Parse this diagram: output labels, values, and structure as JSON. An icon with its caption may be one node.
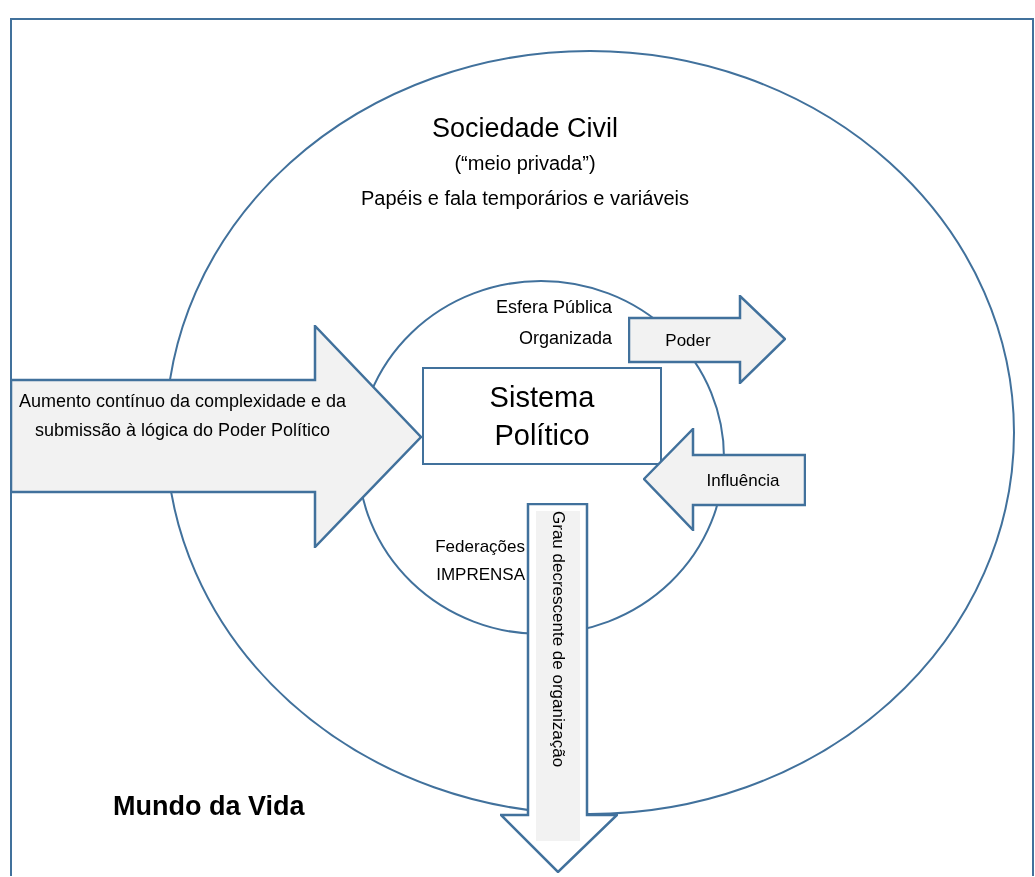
{
  "diagram": {
    "nodes": [
      {
        "text": [
          "Mundo da Vida"
        ]
      },
      {
        "text": [
          "Sociedade Civil",
          "(“meio privada”)",
          "Papéis e fala temporários e variáveis"
        ],
        "in": 0
      },
      {
        "text": [
          "Esfera Pública Organizada",
          "Federações IMPRENSA"
        ],
        "in": 1
      },
      {
        "text": [
          "Sistema Político"
        ],
        "in": 2
      },
      {
        "text": [
          "Aumento contínuo da complexidade e da submissão à lógica do Poder Político"
        ],
        "in": 0
      },
      {
        "text": [
          "Poder"
        ],
        "in": 1
      },
      {
        "text": [
          "Influência"
        ],
        "in": 1
      },
      {
        "text": [
          "Grau decrescente de organização"
        ],
        "in": 0
      }
    ]
  }
}
